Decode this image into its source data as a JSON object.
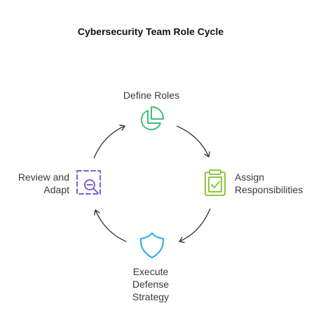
{
  "title": "Cybersecurity Team Role Cycle",
  "stages": [
    {
      "label": "Define Roles",
      "icon": "pie-chart-icon",
      "color": "#3dbf7a"
    },
    {
      "label": "Assign\nResponsibilities",
      "icon": "clipboard-check-icon",
      "color": "#8cc63f"
    },
    {
      "label": "Execute\nDefense\nStrategy",
      "icon": "shield-icon",
      "color": "#29aee0"
    },
    {
      "label": "Review and\nAdapt",
      "icon": "magnifier-minus-icon",
      "color": "#7b61d9"
    }
  ],
  "colors": {
    "arrow": "#3a3a3a",
    "title": "#111111",
    "text": "#3a3a3a"
  }
}
